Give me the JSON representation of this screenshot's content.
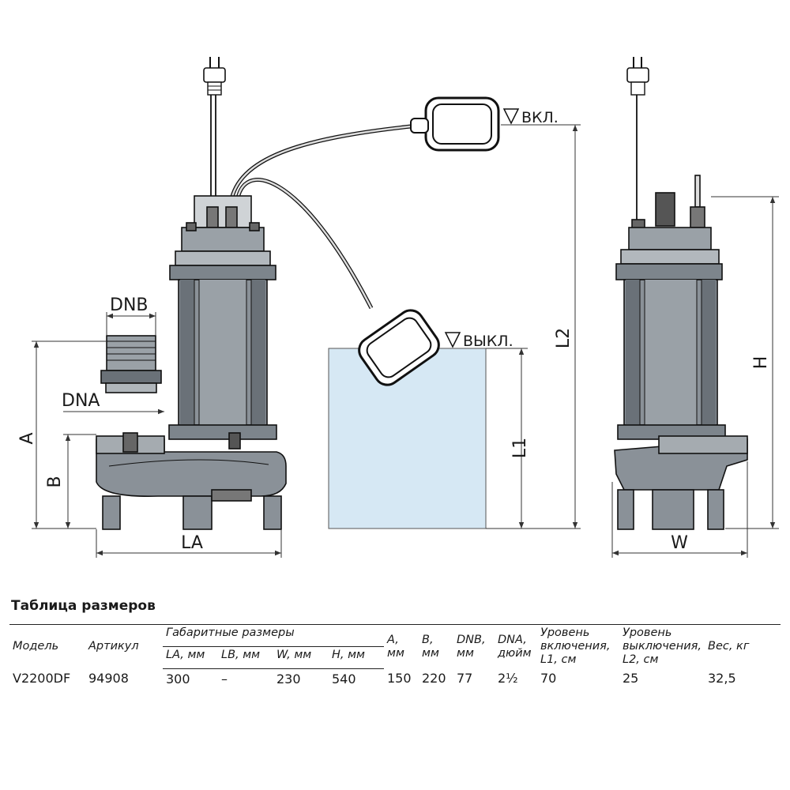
{
  "drawing": {
    "labels": {
      "dnb": "DNB",
      "dna": "DNA",
      "a": "A",
      "b": "B",
      "la": "LA",
      "l1": "L1",
      "l2": "L2",
      "h": "H",
      "w": "W",
      "on": "ВКЛ.",
      "off": "ВЫКЛ."
    }
  },
  "table": {
    "title": "Таблица размеров",
    "headers": {
      "model": "Модель",
      "article": "Артикул",
      "overall": "Габаритные размеры",
      "la": "LA, мм",
      "lb": "LB, мм",
      "w": "W, мм",
      "h": "H, мм",
      "a": "A, мм",
      "b": "B, мм",
      "dnb": "DNB, мм",
      "dna": "DNA, дюйм",
      "on_level": "Уровень включения, L1, см",
      "off_level": "Уровень выключения, L2, см",
      "weight": "Вес, кг"
    },
    "rows": [
      {
        "model": "V2200DF",
        "article": "94908",
        "la": "300",
        "lb": "–",
        "w": "230",
        "h": "540",
        "a": "150",
        "b": "220",
        "dnb": "77",
        "dna": "2½",
        "on_level": "70",
        "off_level": "25",
        "weight": "32,5"
      }
    ]
  }
}
